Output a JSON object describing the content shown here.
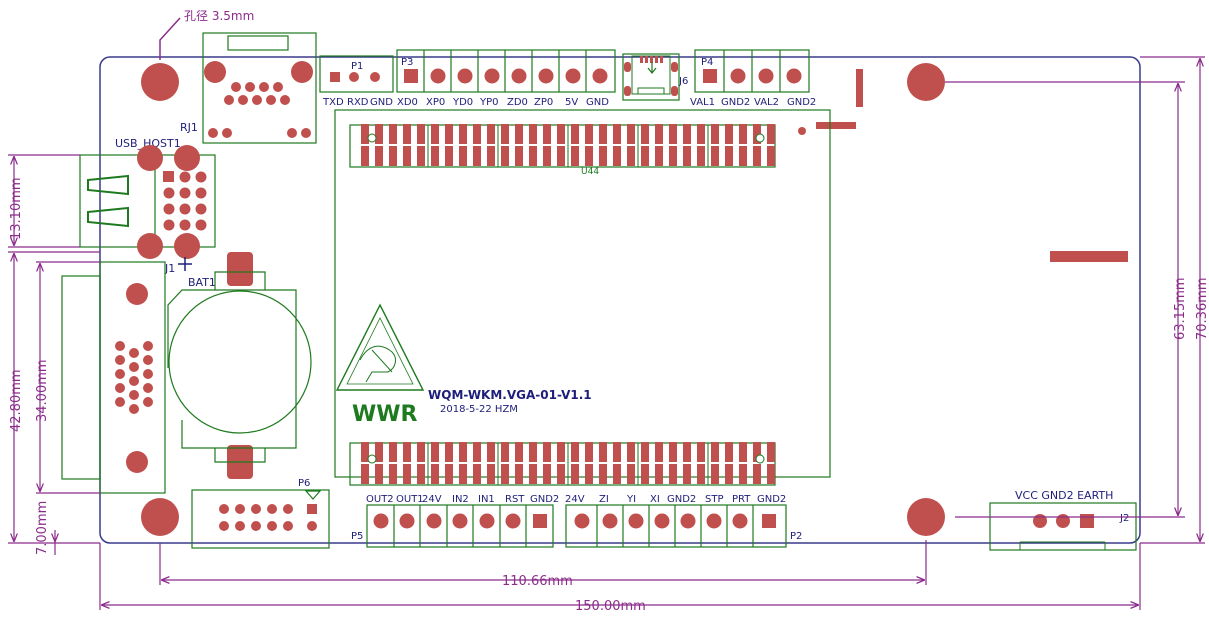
{
  "colors": {
    "pcb_outline": "#3a3a8c",
    "silkscreen": "#1e7a1e",
    "pad": "#c0504d",
    "dimension": "#8b2c8b",
    "label": "#1e1e7a"
  },
  "hole_note": "孔径 3.5mm",
  "board_label": "WQM-WKM.VGA-01-V1.1",
  "board_date": "2018-5-22  HZM",
  "logo_text": "WWR",
  "refs": {
    "rj1": "RJ1",
    "usb": "USB_HOST1",
    "j1": "J1",
    "bat1": "BAT1",
    "p1": "P1",
    "p3": "P3",
    "j6": "J6",
    "p4": "P4",
    "u44": "U44",
    "p6": "P6",
    "p5": "P5",
    "p2": "P2",
    "j2": "J2"
  },
  "pin_labels": {
    "p1": [
      "TXD",
      "RXD",
      "GND"
    ],
    "p3": [
      "XD0",
      "XP0",
      "YD0",
      "YP0",
      "ZD0",
      "ZP0",
      "5V",
      "GND"
    ],
    "p4": [
      "VAL1",
      "GND2",
      "VAL2",
      "GND2"
    ],
    "bottom_left": [
      "OUT2",
      "OUT1",
      "24V",
      "IN2",
      "IN1",
      "RST",
      "GND2"
    ],
    "p2": [
      "24V",
      "ZI",
      "YI",
      "XI",
      "GND2",
      "STP",
      "PRT",
      "GND2"
    ],
    "j2": "VCC GND2 EARTH"
  },
  "dimensions": {
    "hole_spacing": "110.66mm",
    "board_width": "150.00mm",
    "usb_width": "13.10mm",
    "left_outer": "42.80mm",
    "vga_height": "34.00mm",
    "bottom_offset": "7.00mm",
    "right_inner": "63.15mm",
    "board_height": "70.36mm"
  }
}
